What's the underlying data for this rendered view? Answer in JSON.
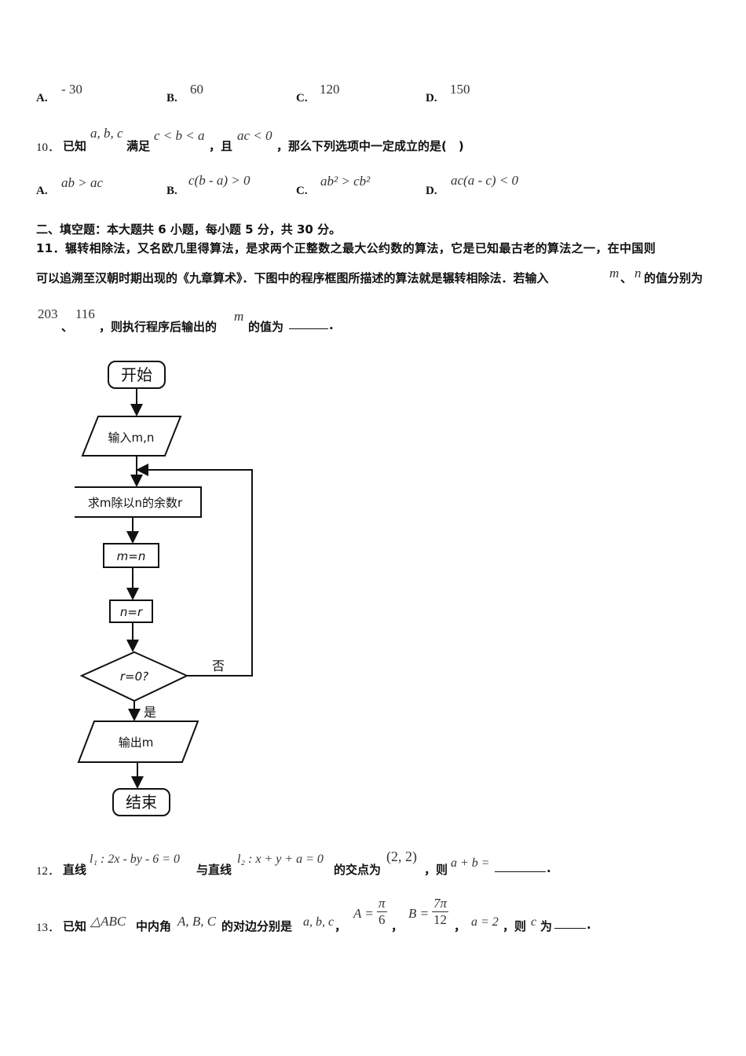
{
  "q9": {
    "options": [
      {
        "letter": "A.",
        "value": "- 30"
      },
      {
        "letter": "B.",
        "value": "60"
      },
      {
        "letter": "C.",
        "value": "120"
      },
      {
        "letter": "D.",
        "value": "150"
      }
    ]
  },
  "q10": {
    "number": "10．",
    "t1": "已知",
    "m1": "a, b, c",
    "t2": "满足",
    "m2": "c < b < a",
    "t3": "，且",
    "m3": "ac < 0",
    "t4": "，那么下列选项中一定成立的是(　)",
    "options": [
      {
        "letter": "A.",
        "value": "ab > ac"
      },
      {
        "letter": "B.",
        "value": "c(b - a) > 0"
      },
      {
        "letter": "C.",
        "value": "ab² > cb²"
      },
      {
        "letter": "D.",
        "value": "ac(a - c) < 0"
      }
    ]
  },
  "section2": {
    "heading": "二、填空题：本大题共 6 小题，每小题 5 分，共 30 分。"
  },
  "q11": {
    "line1": "11．辗转相除法，又名欧几里得算法，是求两个正整数之最大公约数的算法，它是已知最古老的算法之一，在中国则",
    "line2a": "可以追溯至汉朝时期出现的《九章算术》．下图中的程序框图所描述的算法就是辗转相除法．若输入",
    "m_sym": "m",
    "sep": "、",
    "n_sym": "n",
    "line2b": "的值分别为",
    "v1": "203",
    "v2": "116",
    "line3a": "，则执行程序后输出的",
    "line3b": "的值为",
    "end": ".",
    "flowchart": {
      "start": "开始",
      "input": "输入m,n",
      "process": "求m除以n的余数r",
      "assign1": "m=n",
      "assign2": "n=r",
      "decision": "r=0?",
      "no_label": "否",
      "yes_label": "是",
      "output": "输出m",
      "end": "结束"
    }
  },
  "q12": {
    "number": "12．",
    "t1": "直线",
    "l1": "l₁ : 2x - by - 6 = 0",
    "t2": "与直线",
    "l2": "l₂ : x + y + a = 0",
    "t3": "的交点为",
    "point": "(2, 2)",
    "t4": "，则",
    "expr": "a + b =",
    "end": "."
  },
  "q13": {
    "number": "13．",
    "t1": "已知",
    "tri": "△ABC",
    "t2": "中内角",
    "angles": "A, B, C",
    "t3": "的对边分别是",
    "sides": "a, b, c",
    "comma1": "，",
    "A_lhs": "A =",
    "A_num": "π",
    "A_den": "6",
    "comma2": "，",
    "B_lhs": "B =",
    "B_num": "7π",
    "B_den": "12",
    "comma3": "，",
    "a_eq": "a = 2",
    "t4": "，则",
    "c_sym": "c",
    "t5": "为",
    "end": "."
  }
}
